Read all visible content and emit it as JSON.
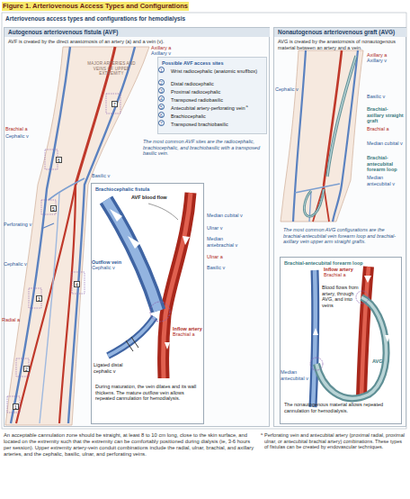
{
  "diagram": {
    "title": "Figure 1. Arteriovenous Access Types and Configurations",
    "caption": "An acceptable cannulation zone should be straight, at least 8 to 10 cm long, close to the skin surface, and located on the extremity such that the extremity can be comfortably positioned during dialysis (ie, 3-6 hours per session). Upper extremity artery-vein conduit combinations include the radial, ulnar, brachial, and axillary arteries, and the cephalic, basilic, ulnar, and perforating veins.",
    "nodes": [
      {
        "text": [
          "Autogenous arteriovenous fistula (AVF)",
          "AVF is created by the direct anastomosis of an artery (a) and a vein (v)."
        ]
      },
      {
        "text": [
          "Possible AVF access sites",
          "Wrist radiocephalic (anatomic snuffbox)",
          "Distal radiocephalic",
          "Proximal radiocephalic",
          "Transposed radiobasilic",
          "Antecubital artery-perforating vein",
          "Brachiocephalic",
          "Transposed brachiobasilic",
          "a"
        ],
        "in": 0
      },
      {
        "text": [
          "The most common AVF sites are the radiocephalic, brachiocephalic, and brachiobasilic with a transposed basilic vein."
        ],
        "in": 0
      },
      {
        "text": [
          "Brachiocephalic fistula",
          "During maturation, the vein dilates and its wall thickens. The mature outflow vein allows repeated cannulation for hemodialysis."
        ],
        "in": 0
      },
      {
        "text": [
          "Nonautogenous arteriovenous graft (AVG)",
          "AVG is created by the anastomosis of nonautogenous material between an artery and a vein."
        ]
      },
      {
        "text": [
          "The most common AVG configurations are the brachial-antecubital vein forearm loop and brachial-axillary vein upper arm straight grafts."
        ],
        "in": 4
      },
      {
        "text": [
          "Brachial-antecubital forearm loop",
          "The nonautogenous material allows repeated cannulation for hemodialysis."
        ],
        "in": 4
      }
    ],
    "labels": [
      "Arteriovenous access types and configurations for hemodialysis",
      "Axillary a",
      "Axillary v",
      "MAJOR ARTERIES AND VEINS OF UPPER EXTREMITY",
      "1",
      "2",
      "3",
      "4",
      "5",
      "6",
      "7",
      "Brachial a",
      "Cephalic v",
      "Basilic v",
      "Perforating v",
      "Cephalic v",
      "Radial a",
      "1",
      "2",
      "3",
      "4",
      "5",
      "6",
      "7",
      "Median cubital v",
      "Ulnar v",
      "Median antebrachial v",
      "Ulnar a",
      "Basilic v",
      "AVF blood flow",
      "Outflow vein",
      "Cephalic v",
      "Inflow artery",
      "Brachial a",
      "Ligated distal cephalic v",
      "Axillary a",
      "Axillary v",
      "Cephalic v",
      "Basilic v",
      "Brachial-axillary straight graft",
      "Brachial a",
      "Median cubital v",
      "Brachial-antecubital forearm loop",
      "Median antecubital v",
      "Inflow artery",
      "Brachial a",
      "Blood flows from artery, through AVG, and into veins",
      "AVG",
      "Median antecubital v",
      "a",
      "Perforating vein and antecubital artery (proximal radial, proximal ulnar, or antecubital brachial artery) combinations. These types of fistulas can be created by endovascular techniques."
    ]
  }
}
